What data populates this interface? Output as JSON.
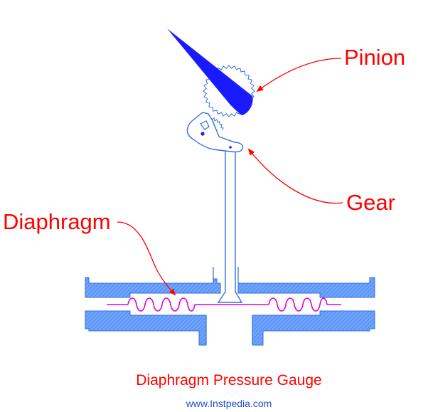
{
  "labels": {
    "pinion": "Pinion",
    "gear": "Gear",
    "diaphragm": "Diaphragm"
  },
  "caption": {
    "title": "Diaphragm Pressure Gauge",
    "website": "www.Instpedia.com"
  },
  "colors": {
    "label_red": "#ff0000",
    "body_blue": "#2f6fe0",
    "hatch_blue": "#4f8ef7",
    "pointer_blue": "#1a1aff",
    "diaphragm_magenta": "#e000e0",
    "website_blue": "#1f4fd0"
  }
}
